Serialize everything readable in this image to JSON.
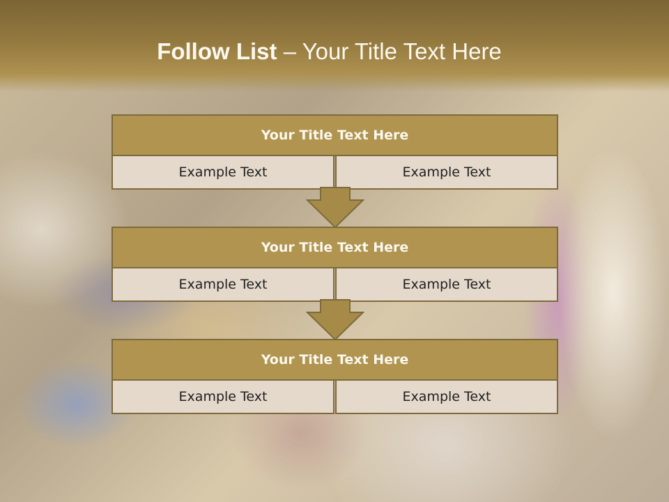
{
  "slide": {
    "title_bold": "Follow List",
    "title_rest": "– Your Title Text Here",
    "colors": {
      "header": "#94793f",
      "block_title": "#b09450",
      "cell": "#e5d9cc",
      "border": "#7d6a3c",
      "arrow": "#a68b48"
    },
    "blocks": [
      {
        "title": "Your Title Text Here",
        "left_text": "Example Text",
        "right_text": "Example Text"
      },
      {
        "title": "Your Title Text Here",
        "left_text": "Example Text",
        "right_text": "Example Text"
      },
      {
        "title": "Your Title Text Here",
        "left_text": "Example Text",
        "right_text": "Example Text"
      }
    ]
  }
}
